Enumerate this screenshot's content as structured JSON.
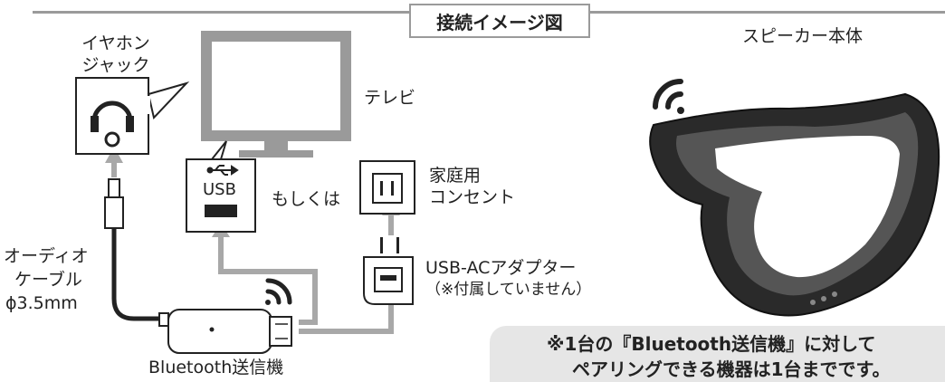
{
  "title": "接続イメージ図",
  "labels": {
    "earphone_jack_line1": "イヤホン",
    "earphone_jack_line2": "ジャック",
    "tv": "テレビ",
    "usb": "USB",
    "or": "もしくは",
    "outlet_line1": "家庭用",
    "outlet_line2": "コンセント",
    "adapter_line1": "USB-ACアダプター",
    "adapter_line2": "（※付属していません）",
    "cable_line1": "オーディオ",
    "cable_line2": "ケーブル",
    "cable_line3": "ϕ3.5mm",
    "transmitter": "Bluetooth送信機",
    "speaker": "スピーカー本体"
  },
  "notice": {
    "line1": "※1台の『Bluetooth送信機』に対して",
    "line2": "ペアリングできる機器は1台までです。"
  },
  "colors": {
    "arrow_gray": "#a8a8a8",
    "box_border": "#222222",
    "notice_bg": "#e6e6e6"
  },
  "icons": [
    "headphones-icon",
    "usb-symbol-icon",
    "wireless-signal-icon",
    "warning-icon"
  ]
}
